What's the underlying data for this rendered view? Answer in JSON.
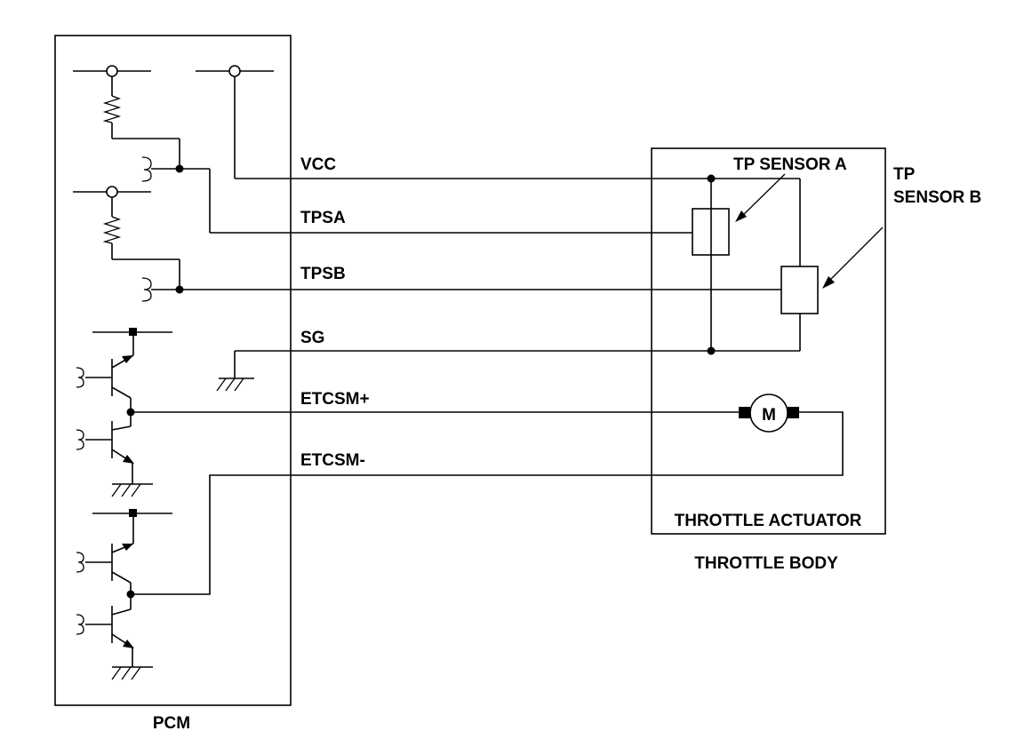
{
  "blocks": {
    "pcm": "PCM",
    "throttle_actuator": "THROTTLE ACTUATOR",
    "throttle_body": "THROTTLE BODY",
    "tp_sensor_a": "TP SENSOR A",
    "tp_sensor_b_line1": "TP",
    "tp_sensor_b_line2": "SENSOR B",
    "motor_symbol": "M"
  },
  "signals": {
    "vcc": "VCC",
    "tpsa": "TPSA",
    "tpsb": "TPSB",
    "sg": "SG",
    "etcsm_plus": "ETCSM+",
    "etcsm_minus": "ETCSM-"
  }
}
